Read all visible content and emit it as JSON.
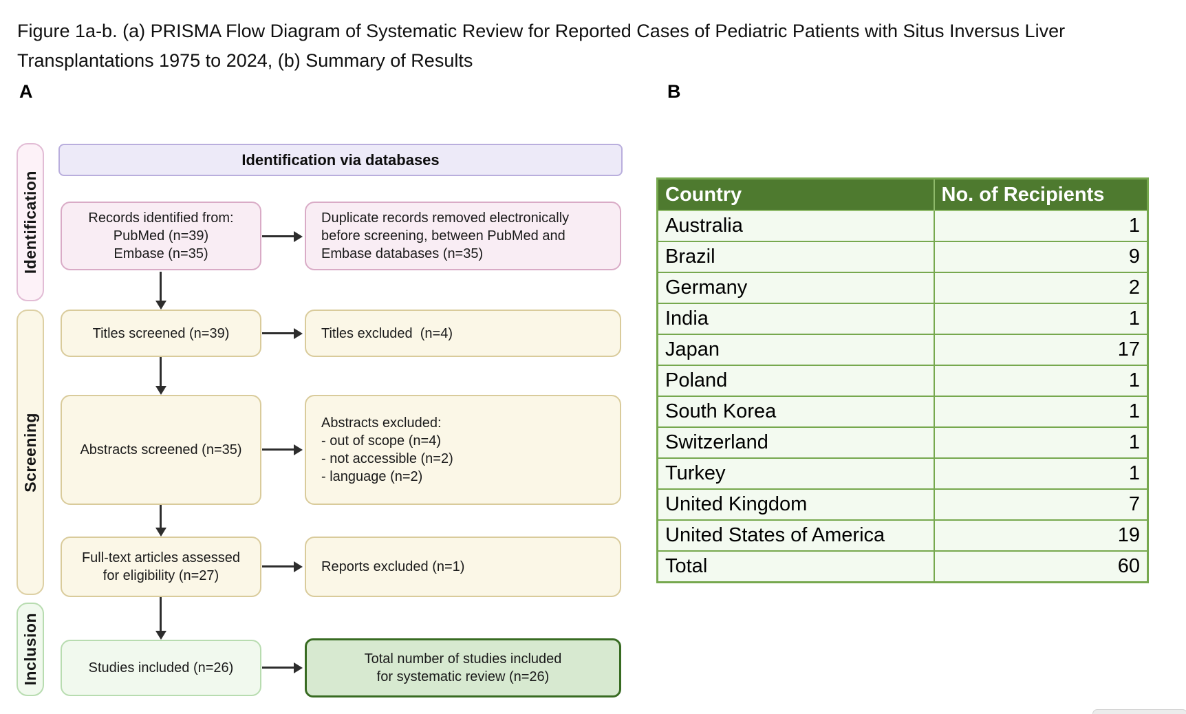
{
  "figure": {
    "title_line1": "Figure 1a-b. (a) PRISMA Flow Diagram of Systematic Review for Reported Cases of Pediatric Patients with Situs Inversus Liver",
    "title_line2": "Transplantations 1975 to 2024, (b) Summary of Results",
    "panel_a": "A",
    "panel_b": "B"
  },
  "flow": {
    "header_label": "Identification via databases",
    "stages": [
      "Identification",
      "Screening",
      "Inclusion"
    ],
    "boxes": {
      "records": "Records identified from:\nPubMed (n=39)\nEmbase (n=35)",
      "duplicates": "Duplicate records removed electronically\nbefore screening, between PubMed and\nEmbase databases (n=35)",
      "titles_screened": "Titles screened (n=39)",
      "titles_excluded": "Titles excluded  (n=4)",
      "abstracts_screened": "Abstracts screened (n=35)",
      "abstracts_excluded": "Abstracts excluded:\n- out of scope (n=4)\n- not accessible (n=2)\n- language (n=2)",
      "fulltext_assessed": "Full-text articles assessed\nfor eligibility (n=27)",
      "reports_excluded": "Reports excluded (n=1)",
      "studies_included": "Studies included (n=26)",
      "total_included": "Total number of studies included\nfor systematic review (n=26)"
    }
  },
  "table": {
    "columns": [
      "Country",
      "No. of Recipients"
    ],
    "rows": [
      [
        "Australia",
        "1"
      ],
      [
        "Brazil",
        "9"
      ],
      [
        "Germany",
        "2"
      ],
      [
        "India",
        "1"
      ],
      [
        "Japan",
        "17"
      ],
      [
        "Poland",
        "1"
      ],
      [
        "South Korea",
        "1"
      ],
      [
        "Switzerland",
        "1"
      ],
      [
        "Turkey",
        "1"
      ],
      [
        "United Kingdom",
        "7"
      ],
      [
        "United States of America",
        "19"
      ],
      [
        "Total",
        "60"
      ]
    ]
  },
  "colors": {
    "pink_fill": "#f9edf4",
    "pink_border": "#d9abc6",
    "lavender_fill": "#edeaf8",
    "lavender_border": "#b9aedd",
    "cream_fill": "#fbf7e7",
    "cream_border": "#d9cb9b",
    "lightgreen_fill": "#f1f9ee",
    "lightgreen_border": "#b8dcb0",
    "green_fill": "#d7e9d0",
    "green_border": "#386b22",
    "arrow": "#2d2d2d",
    "table_header_bg": "#4e7a2f",
    "table_border": "#76a84e",
    "table_row_bg": "#f3faf0"
  }
}
